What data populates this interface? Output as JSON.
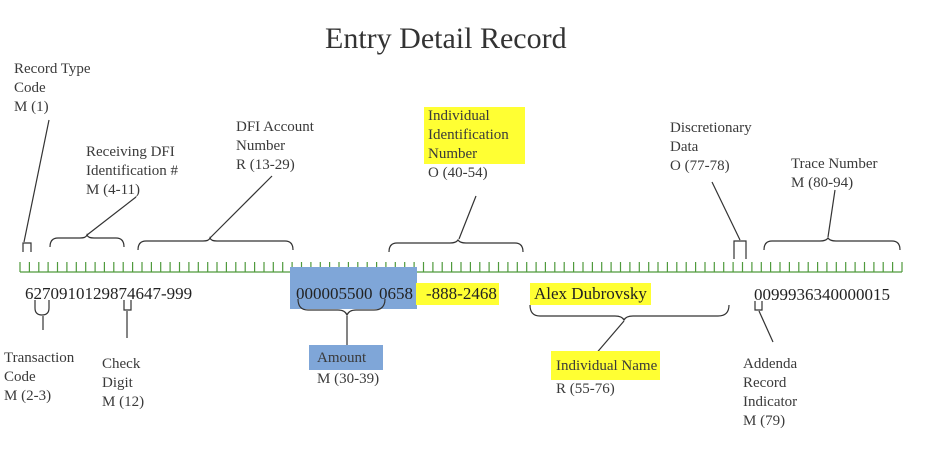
{
  "title": "Entry Detail Record",
  "colors": {
    "yellow_highlight": "#ffff33",
    "blue_highlight": "#7fa6d8",
    "ruler": "#4f9a3c"
  },
  "record": {
    "part1": "6270910129874647-999",
    "amount_digits": "000005500",
    "id_prefix": "0658",
    "id_rest": "-888-2468",
    "name": "Alex Dubrovsky",
    "trace": "0099936340000015"
  },
  "fields": {
    "record_type_code": {
      "l1": "Record Type",
      "l2": "Code",
      "l3": "M (1)"
    },
    "receiving_dfi": {
      "l1": "Receiving DFI",
      "l2": "Identification #",
      "l3": "M (4-11)"
    },
    "dfi_account": {
      "l1": "DFI Account",
      "l2": "Number",
      "l3": "R (13-29)"
    },
    "individual_id": {
      "l1": "Individual",
      "l2": "Identification",
      "l3": "Number",
      "l4": "O (40-54)"
    },
    "discretionary": {
      "l1": "Discretionary",
      "l2": "Data",
      "l3": "O (77-78)"
    },
    "trace_number": {
      "l1": "Trace Number",
      "l2": "M (80-94)"
    },
    "transaction_code": {
      "l1": "Transaction",
      "l2": "Code",
      "l3": "M (2-3)"
    },
    "check_digit": {
      "l1": "Check",
      "l2": "Digit",
      "l3": "M (12)"
    },
    "amount": {
      "l1": "Amount",
      "l2": "M (30-39)"
    },
    "individual_name": {
      "l1": "Individual Name",
      "l2": "R (55-76)"
    },
    "addenda": {
      "l1": "Addenda",
      "l2": "Record",
      "l3": "Indicator",
      "l4": "M (79)"
    }
  }
}
